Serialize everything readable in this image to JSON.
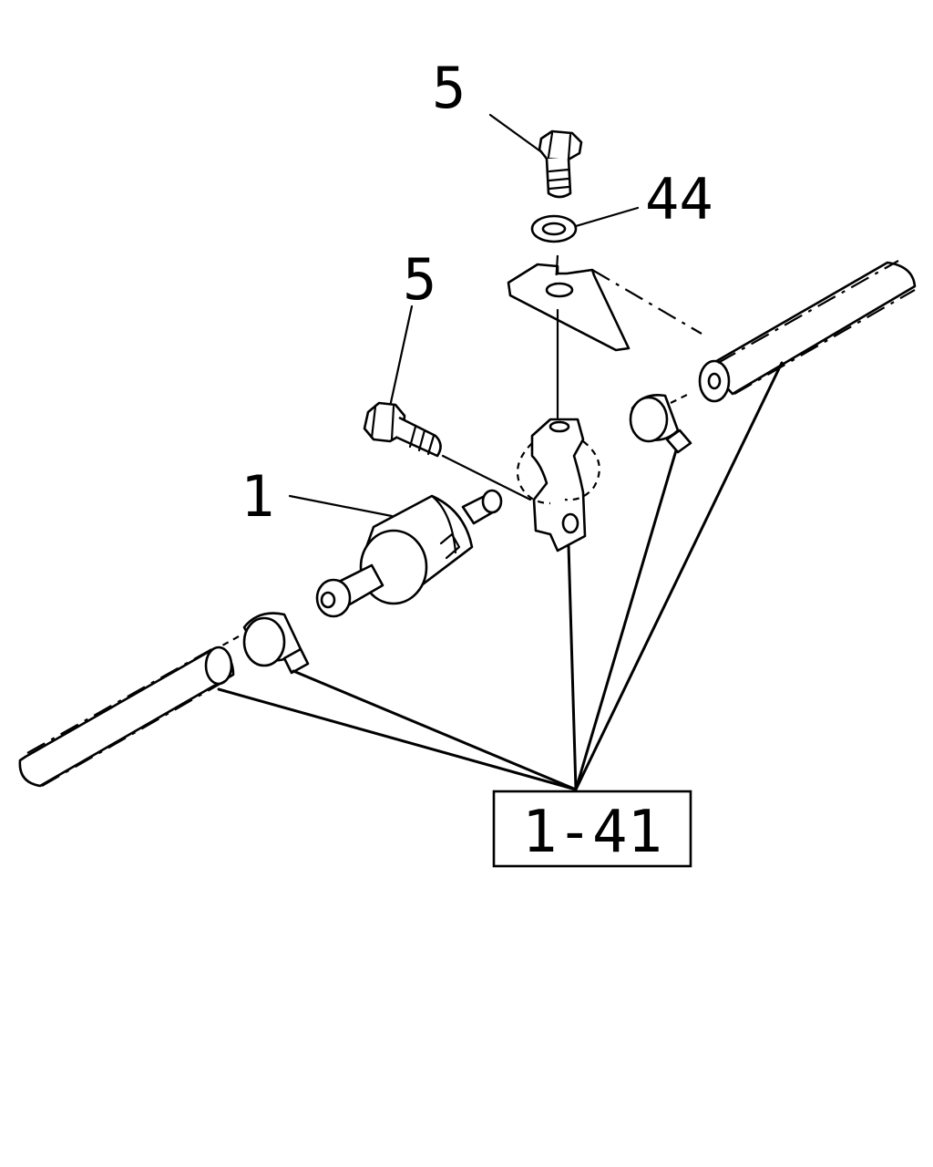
{
  "diagram": {
    "callouts": [
      {
        "id": "bolt-top",
        "label": "5"
      },
      {
        "id": "washer",
        "label": "44"
      },
      {
        "id": "bolt-side",
        "label": "5"
      },
      {
        "id": "fuel-filter",
        "label": "1"
      }
    ],
    "reference_box": {
      "label": "1-41"
    },
    "colors": {
      "line": "#000000",
      "background": "#ffffff"
    }
  }
}
